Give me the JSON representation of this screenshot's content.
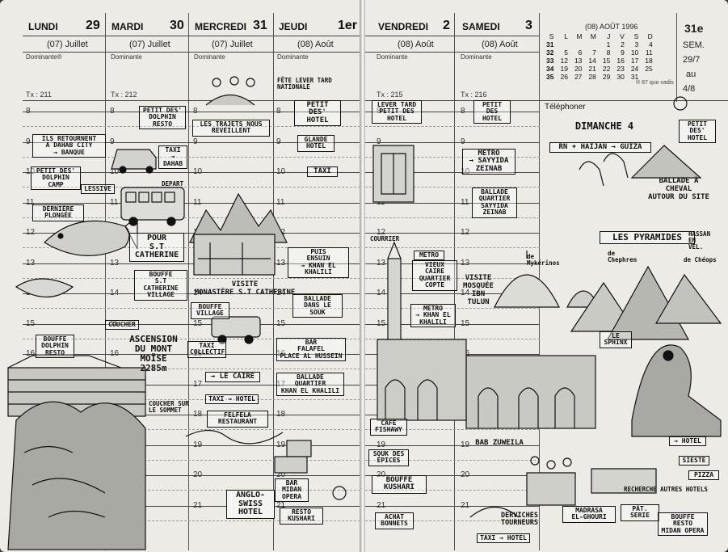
{
  "left_page": {
    "days": [
      {
        "name": "LUNDI",
        "num": "29",
        "month": "(07) Juillet",
        "dominante": "Dominante®",
        "tx": "Tx : 211"
      },
      {
        "name": "MARDI",
        "num": "30",
        "month": "(07) Juillet",
        "dominante": "Dominante",
        "tx": "Tx : 212"
      },
      {
        "name": "MERCREDI",
        "num": "31",
        "month": "(07) Juillet",
        "dominante": "Dominante",
        "tx": ""
      },
      {
        "name": "JEUDI",
        "num": "1er",
        "month": "(08) Août",
        "dominante": "Dominante",
        "tx": ""
      }
    ],
    "hours": [
      "8",
      "9",
      "10",
      "11",
      "12",
      "13",
      "14",
      "15",
      "16",
      "17",
      "18",
      "19",
      "20",
      "21"
    ]
  },
  "right_page": {
    "days": [
      {
        "name": "VENDREDI",
        "num": "2",
        "month": "(08) Août",
        "dominante": "Dominante",
        "tx": "Tx : 215"
      },
      {
        "name": "SAMEDI",
        "num": "3",
        "month": "(08) Août",
        "dominante": "Dominante",
        "tx": "Tx : 216"
      }
    ],
    "calendar": {
      "title": "(08) AOÛT 1996",
      "headers": [
        "S",
        "L",
        "M",
        "M",
        "J",
        "V",
        "S",
        "D"
      ],
      "rows": [
        [
          "31",
          "",
          "",
          "",
          "1",
          "2",
          "3",
          "4"
        ],
        [
          "32",
          "5",
          "6",
          "7",
          "8",
          "9",
          "10",
          "11"
        ],
        [
          "33",
          "12",
          "13",
          "14",
          "15",
          "16",
          "17",
          "18"
        ],
        [
          "34",
          "19",
          "20",
          "21",
          "22",
          "23",
          "24",
          "25"
        ],
        [
          "35",
          "26",
          "27",
          "28",
          "29",
          "30",
          "31",
          ""
        ]
      ],
      "footer": "® 87 quo vadis"
    },
    "sem": {
      "label": "31e",
      "sem": "SEM.",
      "from": "29/7",
      "au": "au",
      "to": "4/8"
    },
    "telephoner": "Téléphoner",
    "dimanche": "DIMANCHE 4"
  },
  "notes": {
    "n1": "ILS RETOURNENT\nA DAHAB CITY\n→ BANQUE",
    "n2": "PETIT DES'\nDOLPHIN\nCAMP",
    "n3": "LESSIVE",
    "n4": "DERNIÈRE\nPLONGÉE",
    "n5": "BOUFFE\nDOLPHIN\nRESTO",
    "n6": "PETIT DES'\nDOLPHIN\nRESTO",
    "n7": "TAXI\n→ DAHAB",
    "n8": "DEPART",
    "n9": "POUR\nS.T CATHERINE",
    "n10": "BOUFFE\nS.T CATHERINE\nVILLAGE",
    "n11": "COUCHER",
    "n12": "ASCENSION\nDU MONT\nMOÏSE\n2285m",
    "n13": "COUCHER SUR\nLE SOMMET",
    "n14": "LES TRAJETS NOUS\nREVEILLENT",
    "n15": "VISITE\nMONASTÈRE S.T CATHERINE",
    "n16": "BOUFFE\nVILLAGE",
    "n17": "TAXI\nCOLLECTIF",
    "n18": "→ LE CAIRE",
    "n19": "TAXI → HOTEL",
    "n20": "FELFELA\nRESTAURANT",
    "n21": "FÊTE LEVER TARD\nNATIONALE",
    "n22": "PETIT DES'\nHOTEL",
    "n23": "GLANDE\nHOTEL",
    "n24": "TAXI",
    "n25": "PUIS\nENSUIN\n→ KHAN EL\nKHALILI",
    "n26": "BALLADE\nDANS LE SOUK",
    "n27": "BAR\nFALAFEL\nPLACE AL HUSSEIN",
    "n28": "BALLADE\nQUARTIER\nKHAN EL KHALILI",
    "n29": "BAR\nMIDAN\nOPERA",
    "n30": "RESTO\nKUSHARI",
    "n31": "ANGLO-\nSWISS\nHOTEL",
    "n32": "LEVER TARD\nPETIT DES\nHOTEL",
    "n33": "PETIT DES\nHOTEL",
    "n34": "METRO\n→ SAYYIDA\nZEINAB",
    "n35": "BALLADE\nQUARTIER\nSAYYIDA\nZEINAB",
    "n36": "COURRIER",
    "n37": "METRO",
    "n38": "VIEUX CAIRE\nQUARTIER\nCOPTE",
    "n39": "METRO\n→ KHAN EL\nKHALILI",
    "n40": "VISITE\nMOSQUÉE\nIBN\nTULUN",
    "n41": "CAFÉ\nFISHAWY",
    "n42": "SOUK DES\nÉPICES",
    "n43": "BAB ZUWEILA",
    "n44": "BOUFFE\nKUSHARI",
    "n45": "ACHAT\nBONNETS",
    "n46": "DERVICHES\nTOURNEURS",
    "n47": "TAXI → HOTEL",
    "n48": "RN + HAIJAN → GUIZA",
    "n49": "BALLADE À\nCHEVAL\nAUTOUR DU SITE",
    "n50": "LES PYRAMIDES",
    "n51": "de\nChephren",
    "n52": "de Chéops",
    "n53": "de\nMykérinos",
    "n54": "LE\nSPHINX",
    "n55": "PETIT DES'\nHOTEL",
    "n56": "→ HOTEL",
    "n57": "SIESTE",
    "n58": "PIZZA",
    "n59": "RECHERCHE AUTRES HOTELS",
    "n60": "PÂT. SERIE",
    "n61": "MADRASA\nEL-GHOURI",
    "n62": "BOUFFE\nRESTO\nMIDAN OPERA",
    "n63": "HASSAN\nEN\nVEL."
  }
}
